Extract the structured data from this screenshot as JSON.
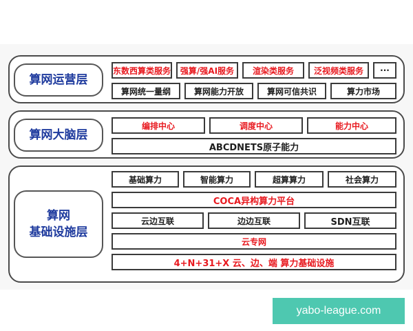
{
  "operations_layer": {
    "title": "算网运营层",
    "top_row": [
      "东数西算类服务",
      "强算/强AI服务",
      "渲染类服务",
      "泛视频类服务",
      "···"
    ],
    "bottom_row": [
      "算网统一量纲",
      "算网能力开放",
      "算网可信共识",
      "算力市场"
    ]
  },
  "brain_layer": {
    "title": "算网大脑层",
    "centers": [
      "编排中心",
      "调度中心",
      "能力中心"
    ],
    "atomic": "ABCDNETS原子能力"
  },
  "infra_layer": {
    "title_line1": "算网",
    "title_line2": "基础设施层",
    "compute_types": [
      "基础算力",
      "智能算力",
      "超算算力",
      "社会算力"
    ],
    "platform": "COCA异构算力平台",
    "interconnects": [
      "云边互联",
      "边边互联",
      "SDN互联"
    ],
    "private_network": "云专网",
    "foundation": "4+N+31+X 云、边、端 算力基础设施"
  },
  "watermark": "yabo-league.com",
  "colors": {
    "title_blue": "#1f3b9e",
    "highlight_red": "#e8191f",
    "watermark_bg": "#4ec8b0"
  }
}
